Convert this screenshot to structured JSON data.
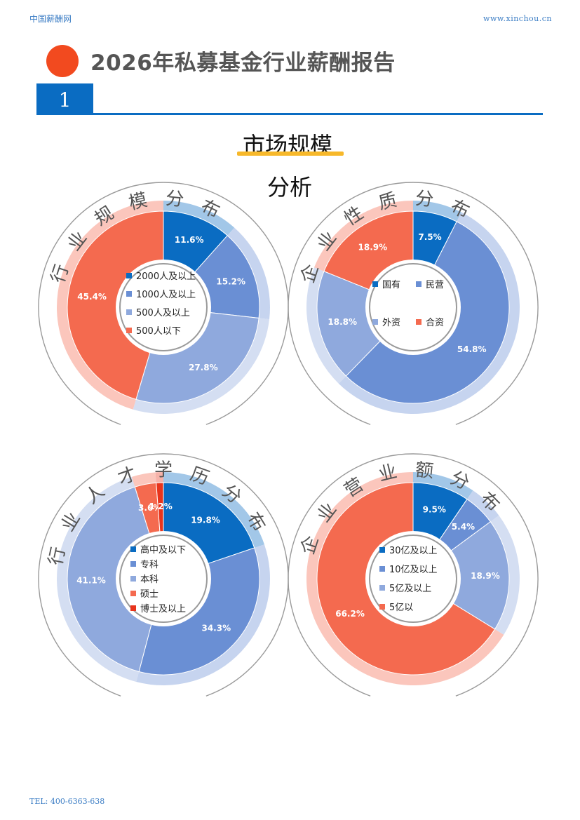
{
  "header": {
    "site_name": "中国薪酬网",
    "site_url": "www.xinchou.cn",
    "report_title": "2026年私募基金行业薪酬报告",
    "section_number": "1",
    "main_title": "市场规模",
    "sub_title": "分析"
  },
  "footer": {
    "tel": "TEL: 400-6363-638"
  },
  "colors": {
    "blue_dark": "#0a6cc2",
    "blue_mid": "#6a8fd4",
    "blue_light": "#8fa9dd",
    "orange": "#f46a4f",
    "red": "#e8341c",
    "header_blue": "#0a6cc2",
    "underline_yellow": "#f7b82a",
    "title_dot": "#f24a1f"
  },
  "chart_data": [
    {
      "type": "pie",
      "title": "行业规模分布",
      "categories": [
        "2000人及以上",
        "1000人及以上",
        "500人及以上",
        "500人以下"
      ],
      "values": [
        11.6,
        15.2,
        27.8,
        45.4
      ],
      "value_labels": [
        "11.6%",
        "15.2%",
        "27.8%",
        "45.4%"
      ],
      "colors": [
        "#0a6cc2",
        "#6a8fd4",
        "#8fa9dd",
        "#f46a4f"
      ],
      "legend_layout": "list"
    },
    {
      "type": "pie",
      "title": "企业性质分布",
      "categories": [
        "国有",
        "民营",
        "外资",
        "合资"
      ],
      "values": [
        7.5,
        54.8,
        18.8,
        18.9
      ],
      "value_labels": [
        "7.5%",
        "54.8%",
        "18.8%",
        "18.9%"
      ],
      "colors": [
        "#0a6cc2",
        "#6a8fd4",
        "#8fa9dd",
        "#f46a4f"
      ],
      "legend_layout": "grid"
    },
    {
      "type": "pie",
      "title": "行业人才学历分布",
      "categories": [
        "高中及以下",
        "专科",
        "本科",
        "硕士",
        "博士及以上"
      ],
      "values": [
        19.8,
        34.3,
        41.1,
        3.6,
        1.2
      ],
      "value_labels": [
        "19.8%",
        "34.3%",
        "41.1%",
        "3.6%",
        "1.2%"
      ],
      "colors": [
        "#0a6cc2",
        "#6a8fd4",
        "#8fa9dd",
        "#f46a4f",
        "#e8341c"
      ],
      "legend_layout": "list"
    },
    {
      "type": "pie",
      "title": "企业营业额分布",
      "categories": [
        "30亿及以上",
        "10亿及以上",
        "5亿及以上",
        "5亿以"
      ],
      "values": [
        9.5,
        5.4,
        18.9,
        66.2
      ],
      "value_labels": [
        "9.5%",
        "5.4%",
        "18.9%",
        "66.2%"
      ],
      "colors": [
        "#0a6cc2",
        "#6a8fd4",
        "#8fa9dd",
        "#f46a4f"
      ],
      "legend_layout": "list"
    }
  ]
}
